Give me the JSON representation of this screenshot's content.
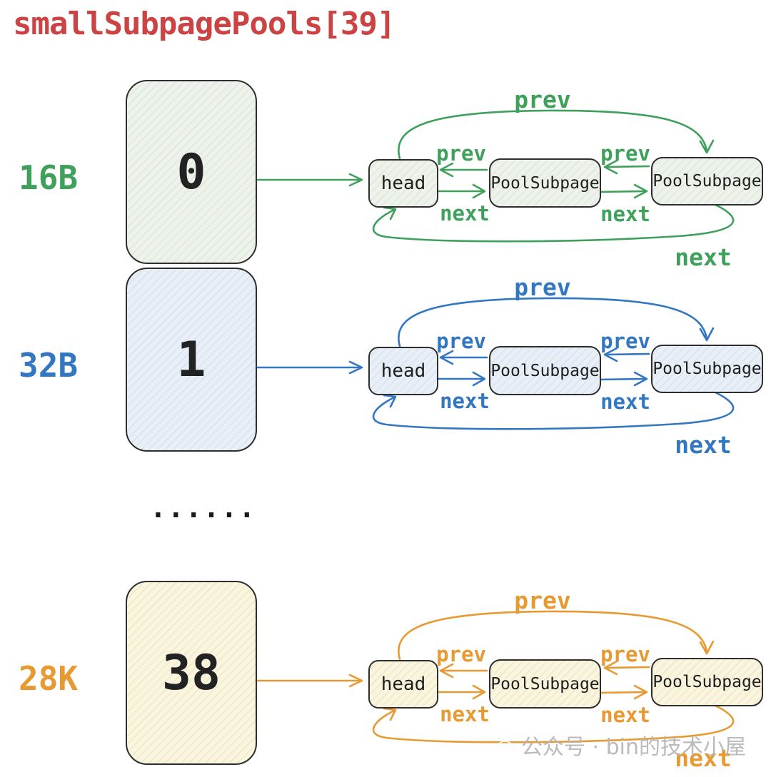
{
  "title": "smallSubpagePools[39]",
  "colors": {
    "title": "#cb4343",
    "watermark": "#b5b5b5",
    "ink": "#2e2e2e"
  },
  "link": {
    "head": "head",
    "node": "PoolSubpage",
    "prev": "prev",
    "next": "next"
  },
  "rows": [
    {
      "size_label": "16B",
      "index_value": "0",
      "color": "#3fa05c",
      "fill": "#edf3ea"
    },
    {
      "size_label": "32B",
      "index_value": "1",
      "color": "#3377c2",
      "fill": "#e8eff8"
    },
    {
      "size_label": "28K",
      "index_value": "38",
      "color": "#e79a32",
      "fill": "#faf5dc"
    }
  ],
  "ellipsis": "......",
  "watermark": {
    "text": "公众号 · bin的技术小屋",
    "icon": "wechat-icon"
  }
}
